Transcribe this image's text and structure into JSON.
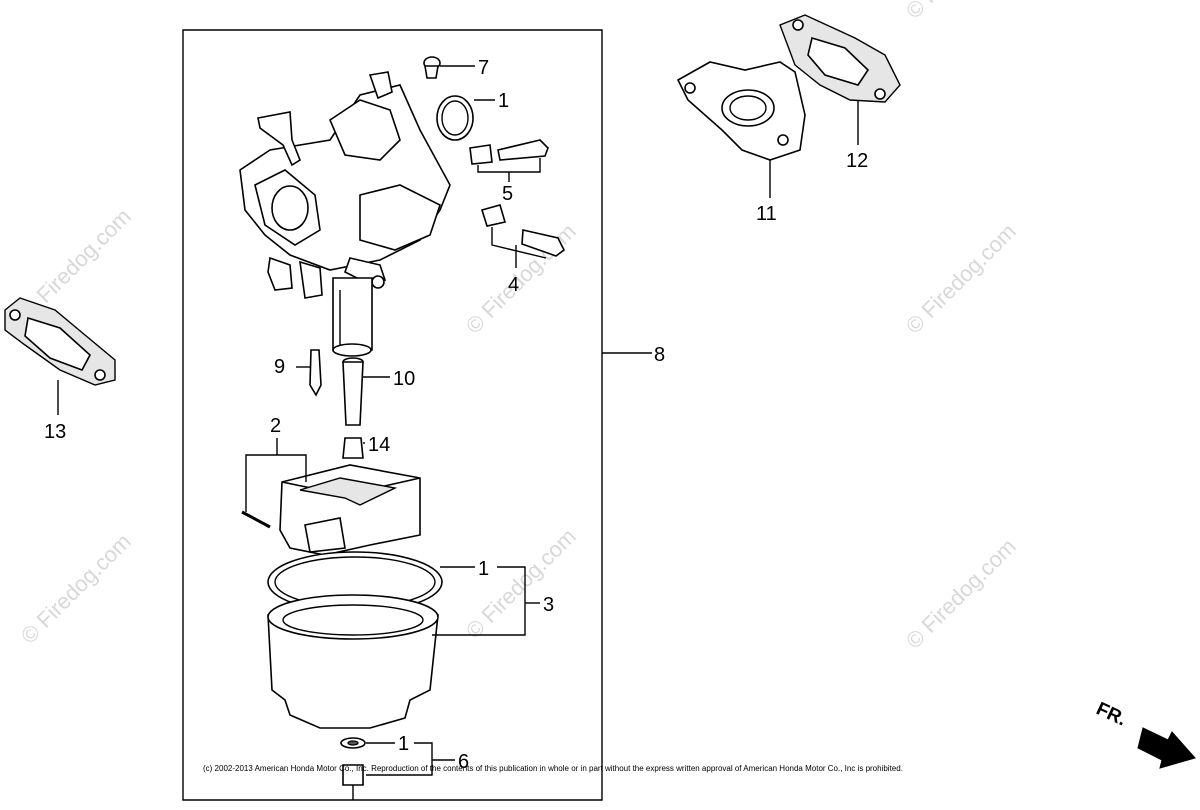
{
  "watermark": {
    "text": "© Firedog.com"
  },
  "callouts": {
    "c1a": "1",
    "c1b": "1",
    "c1c": "1",
    "c2": "2",
    "c3": "3",
    "c4": "4",
    "c5": "5",
    "c6": "6",
    "c7": "7",
    "c8": "8",
    "c9": "9",
    "c10": "10",
    "c11": "11",
    "c12": "12",
    "c13": "13",
    "c14": "14"
  },
  "direction": {
    "label": "FR."
  },
  "copyright": "(c) 2002-2013 American Honda Motor Co., Inc. Reproduction of the contents of this publication in whole or in part without the express written approval of American Honda Motor Co., Inc is prohibited."
}
